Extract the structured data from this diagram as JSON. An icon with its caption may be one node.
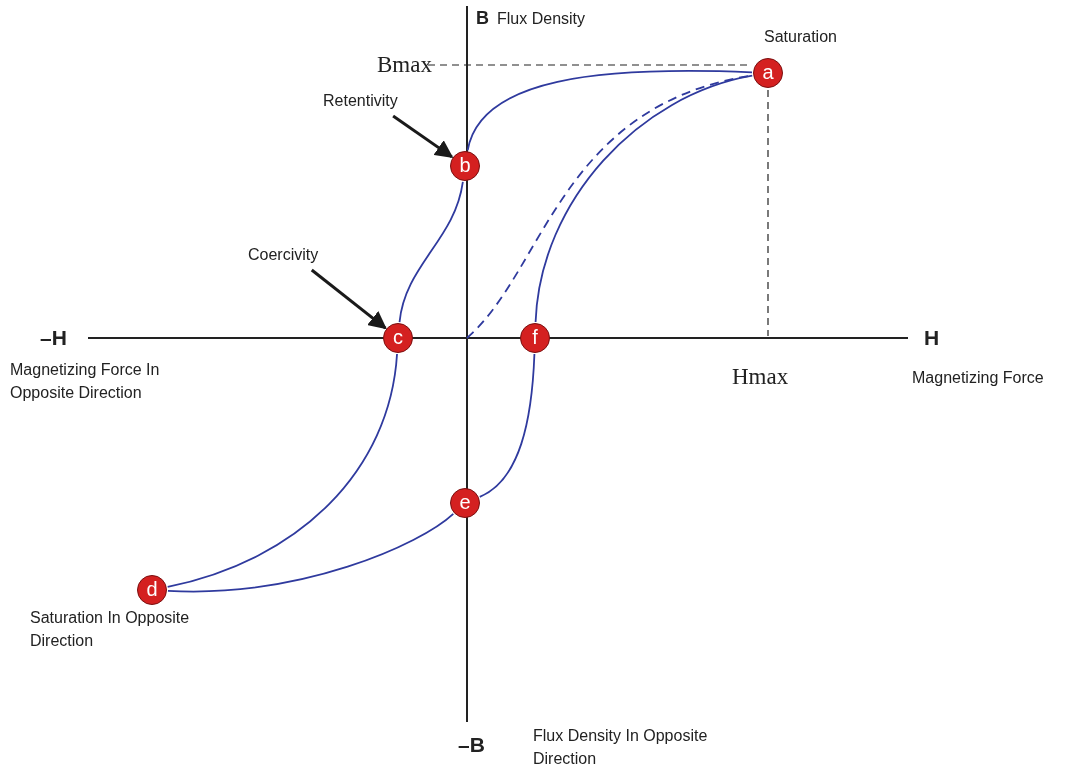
{
  "diagram": {
    "nodes": [
      {
        "text": [
          "a"
        ],
        "beside": [
          "Saturation"
        ]
      },
      {
        "text": [
          "Retentivity"
        ]
      },
      {
        "text": [
          "b"
        ]
      },
      {
        "text": [
          "Coercivity"
        ]
      },
      {
        "text": [
          "c"
        ]
      },
      {
        "text": [
          "f"
        ]
      },
      {
        "text": [
          "e"
        ]
      },
      {
        "text": [
          "d"
        ],
        "beside": [
          "Saturation In Opposite Direction"
        ]
      }
    ],
    "edges": [
      {
        "from": 1,
        "to": 2,
        "arrow": "to",
        "color": "#1a1a1a"
      },
      {
        "from": 3,
        "to": 4,
        "arrow": "to",
        "color": "#1a1a1a"
      },
      {
        "from": 0,
        "to": 2,
        "arrow": "none"
      },
      {
        "from": 2,
        "to": 4,
        "arrow": "none"
      },
      {
        "from": 4,
        "to": 7,
        "arrow": "none"
      },
      {
        "from": 7,
        "to": 6,
        "arrow": "none"
      },
      {
        "from": 6,
        "to": 5,
        "arrow": "none"
      },
      {
        "from": 5,
        "to": 0,
        "arrow": "none"
      },
      {
        "from": null,
        "to": 0,
        "arrow": "none",
        "style": "dashed"
      }
    ],
    "labels": [
      "B",
      "Flux Density",
      "Bmax",
      "–H",
      "H",
      "Magnetizing Force In Opposite Direction",
      "Hmax",
      "Magnetizing Force",
      "–B",
      "Flux Density In Opposite Direction"
    ]
  }
}
